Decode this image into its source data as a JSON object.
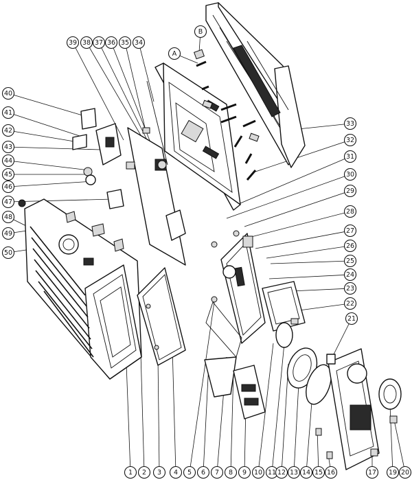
{
  "callouts": [
    {
      "label": "1"
    },
    {
      "label": "2"
    },
    {
      "label": "3"
    },
    {
      "label": "4"
    },
    {
      "label": "5"
    },
    {
      "label": "6"
    },
    {
      "label": "7"
    },
    {
      "label": "8"
    },
    {
      "label": "9"
    },
    {
      "label": "10"
    },
    {
      "label": "11"
    },
    {
      "label": "12"
    },
    {
      "label": "13"
    },
    {
      "label": "14"
    },
    {
      "label": "15"
    },
    {
      "label": "16"
    },
    {
      "label": "17"
    },
    {
      "label": "19"
    },
    {
      "label": "20"
    },
    {
      "label": "21"
    },
    {
      "label": "22"
    },
    {
      "label": "23"
    },
    {
      "label": "24"
    },
    {
      "label": "25"
    },
    {
      "label": "26"
    },
    {
      "label": "27"
    },
    {
      "label": "28"
    },
    {
      "label": "29"
    },
    {
      "label": "30"
    },
    {
      "label": "31"
    },
    {
      "label": "32"
    },
    {
      "label": "33"
    },
    {
      "label": "34"
    },
    {
      "label": "35"
    },
    {
      "label": "36"
    },
    {
      "label": "37"
    },
    {
      "label": "38"
    },
    {
      "label": "39"
    },
    {
      "label": "40"
    },
    {
      "label": "41"
    },
    {
      "label": "42"
    },
    {
      "label": "43"
    },
    {
      "label": "44"
    },
    {
      "label": "45"
    },
    {
      "label": "46"
    },
    {
      "label": "47"
    },
    {
      "label": "48"
    },
    {
      "label": "49"
    },
    {
      "label": "50"
    },
    {
      "label": "A"
    },
    {
      "label": "B"
    }
  ]
}
